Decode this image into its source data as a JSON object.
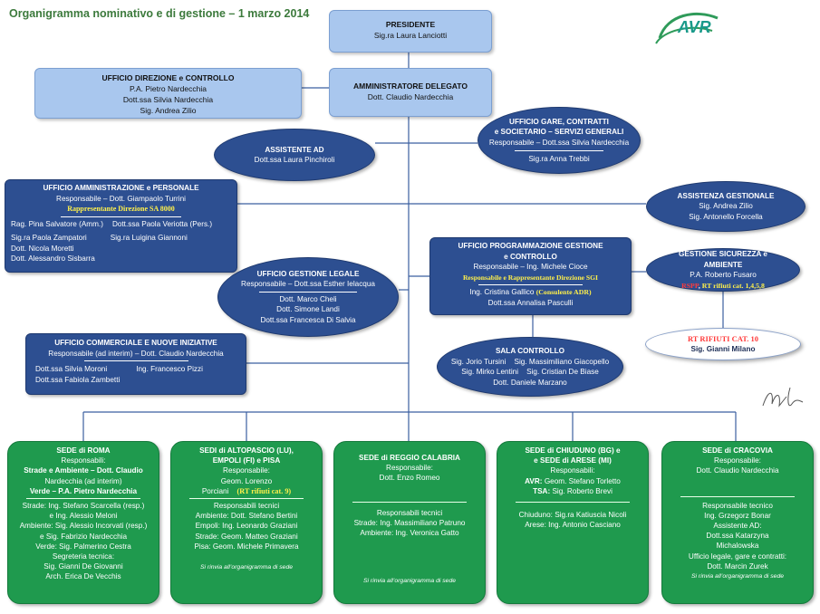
{
  "title": "Organigramma nominativo e di gestione – 1 marzo 2014",
  "logo": {
    "text": "AVR"
  },
  "presidente": {
    "title": "PRESIDENTE",
    "name": "Sig.ra Laura Lanciotti"
  },
  "amministratore": {
    "title": "AMMINISTRATORE  DELEGATO",
    "name": "Dott.  Claudio Nardecchia"
  },
  "direzione": {
    "title": "UFFICIO DIREZIONE e CONTROLLO",
    "lines": [
      "P.A.  Pietro Nardecchia",
      "Dott.ssa Silvia Nardecchia",
      "Sig.  Andrea Zilio"
    ]
  },
  "assistente": {
    "title": "ASSISTENTE  AD",
    "name": "Dott.ssa Laura Pinchiroli"
  },
  "gare": {
    "title1": "UFFICIO GARE, CONTRATTI",
    "title2": "e SOCIETARIO – SERVIZI GENERALI",
    "resp": "Responsabile  – Dott.ssa Silvia Nardecchia",
    "name": "Sig.ra Anna Trebbi"
  },
  "amministrazione": {
    "title": "UFFICIO AMMINISTRAZIONE e PERSONALE",
    "resp": "Responsabile  –  Dott. Giampaolo Turrini",
    "rap": "Rappresentante Direzione SA 8000",
    "row1a": "Rag. Pina Salvatore (Amm.)",
    "row1b": "Dott.ssa Paola Veriotta  (Pers.)",
    "row2a": "Sig.ra Paola  Zampatori",
    "row2b": "Sig.ra Luigina Giannoni",
    "row3": "Dott.  Nicola Moretti",
    "row4": "Dott.   Alessandro Sisbarra"
  },
  "assistenza": {
    "title": "ASSISTENZA GESTIONALE",
    "lines": [
      "Sig.  Andrea Zilio",
      "Sig.  Antonello Forcella"
    ]
  },
  "legale": {
    "title": "UFFICIO GESTIONE LEGALE",
    "resp": "Responsabile  –  Dott.ssa Esther Ielacqua",
    "lines": [
      "Dott.  Marco Cheli",
      "Dott.  Simone Landi",
      "Dott.ssa Francesca Di Salvia"
    ]
  },
  "programmazione": {
    "title1": "UFFICIO PROGRAMMAZIONE GESTIONE",
    "title2": "e CONTROLLO",
    "resp": "Responsabile   –  Ing. Michele Cioce",
    "rap": "Responsabile   e Rappresentante  Direzione  SGI",
    "line1a": "Ing. Cristina Gallico ",
    "line1b": "(Consulente  ADR)",
    "line2": "Dott.ssa Annalisa Pasculli"
  },
  "sicurezza": {
    "title1": "GESTIONE SICUREZZA e",
    "title2": "AMBIENTE",
    "name": "P.A.  Roberto Fusaro",
    "rspp": "RSPP",
    "rt": "RT  rifiuti  cat.  1,4,5,8"
  },
  "rt10": {
    "title": "RT RIFIUTI CAT. 10",
    "name": "Sig.  Gianni  Milano"
  },
  "commerciale": {
    "title": "UFFICIO  COMMERCIALE E NUOVE INIZIATIVE",
    "resp": "Responsabile  (ad interim)  –  Dott.  Claudio  Nardecchia",
    "row1a": "Dott.ssa Silvia Moroni",
    "row1b": "Ing.  Francesco Pizzi",
    "row2": "Dott.ssa Fabiola Zambetti"
  },
  "sala": {
    "title": "SALA CONTROLLO",
    "row1a": "Sig. Jorio Tursini",
    "row1b": "Sig.  Massimiliano Giacopello",
    "row2a": "Sig.  Mirko Lentini",
    "row2b": "Sig.  Cristian De Biase",
    "row3": "Dott.  Daniele  Marzano"
  },
  "signature": "firma",
  "sedi": [
    {
      "lines": [
        "SEDE di ROMA",
        "Responsabili:",
        "Strade e Ambiente  – Dott.  Claudio",
        "Nardecchia   (ad interim)",
        "Verde  – P.A.  Pietro Nardecchia",
        "Strade: Ing. Stefano Scarcella  (resp.)",
        "e Ing.  Alessio Meloni",
        "Ambiente: Sig. Alessio Incorvati  (resp.)",
        "e Sig. Fabrizio Nardecchia",
        "Verde:  Sig.  Palmerino Cestra",
        "Segreteria tecnica:",
        "Sig.  Gianni De Giovanni",
        "Arch.  Erica  De  Vecchis"
      ]
    },
    {
      "lines": [
        "SEDI di ALTOPASCIO (LU),",
        "EMPOLI (FI) e PISA",
        "Responsabile:",
        "Geom.  Lorenzo",
        "Porciani",
        "(RT rifiuti  cat. 9)",
        "Responsabili tecnici",
        "Ambiente:  Dott.  Stefano Bertini",
        "Empoli:  Ing.  Leonardo Graziani",
        "Strade:  Geom.  Matteo Graziani",
        "Pisa:  Geom.  Michele Primavera",
        "Si rinvia all’organigramma di sede"
      ]
    },
    {
      "lines": [
        "SEDE di REGGIO CALABRIA",
        "Responsabile:",
        "Dott.  Enzo Romeo",
        "Responsabili tecnici",
        "Strade:  Ing.  Massimiliano  Patruno",
        "Ambiente:  Ing.  Veronica Gatto",
        "Si rinvia all’organigramma di sede"
      ]
    },
    {
      "lines": [
        "SEDE di CHIUDUNO (BG) e",
        "e SEDE di ARESE (MI)",
        "Responsabili:",
        "AVR:",
        "Geom.  Stefano Torletto",
        "TSA:",
        "Sig.  Roberto Brevi",
        "Chiuduno:  Sig.ra Katiuscia Nicoli",
        "Arese:  Ing.  Antonio Casciano"
      ]
    },
    {
      "lines": [
        "SEDE di CRACOVIA",
        "Responsabile:",
        "Dott.  Claudio  Nardecchia",
        "Responsabile tecnico",
        "Ing.  Grzegorz Bonar",
        "Assistente AD:",
        "Dott.ssa Katarzyna",
        "Michalowska",
        "Ufficio  legale, gare e contratti:",
        "Dott.  Marcin Zurek",
        "Si rinvia all’organigramma di sede"
      ]
    }
  ]
}
